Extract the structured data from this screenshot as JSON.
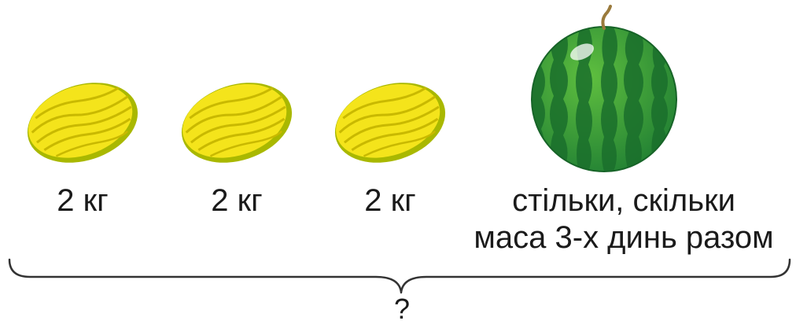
{
  "items": [
    {
      "label": "2 кг",
      "icon": "yellow-melon-icon"
    },
    {
      "label": "2 кг",
      "icon": "yellow-melon-icon"
    },
    {
      "label": "2 кг",
      "icon": "yellow-melon-icon"
    }
  ],
  "watermelon": {
    "icon": "watermelon-icon",
    "line1": "стільки, скільки",
    "line2": "маса 3-х динь разом"
  },
  "total": {
    "question": "?"
  },
  "colors": {
    "melon_yellow": "#f2e21a",
    "melon_outline": "#b9a800",
    "watermelon_dark": "#1f8a3a",
    "watermelon_light": "#6cc04a"
  }
}
